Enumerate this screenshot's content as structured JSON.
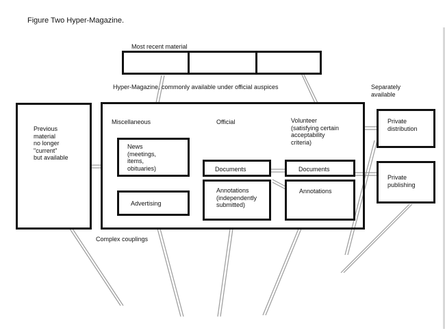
{
  "figure": {
    "caption": "Figure Two  Hyper-Magazine.",
    "most_recent_label": "Most recent material",
    "hyper_magazine_label": "Hyper-Magazine, commonly available under official auspices",
    "separately_available_label": "Separately\navailable",
    "complex_couplings_label": "Complex couplings",
    "previous_material": {
      "label": "Previous\nmaterial\nno longer\n\"current\"\nbut available"
    },
    "columns": {
      "miscellaneous": "Miscellaneous",
      "official": "Official",
      "volunteer": "Volunteer\n(satisfying certain\nacceptability\ncriteria)"
    },
    "miscellaneous_boxes": {
      "news": "News\n(meetings,\nitems,\nobituaries)",
      "advertising": "Advertising"
    },
    "official_boxes": {
      "documents": "Documents",
      "annotations": "Annotations\n(independently\nsubmitted)"
    },
    "volunteer_boxes": {
      "documents": "Documents",
      "annotations": "Annotations"
    },
    "private_boxes": {
      "distribution": "Private\ndistribution",
      "publishing": "Private\npublishing"
    }
  }
}
